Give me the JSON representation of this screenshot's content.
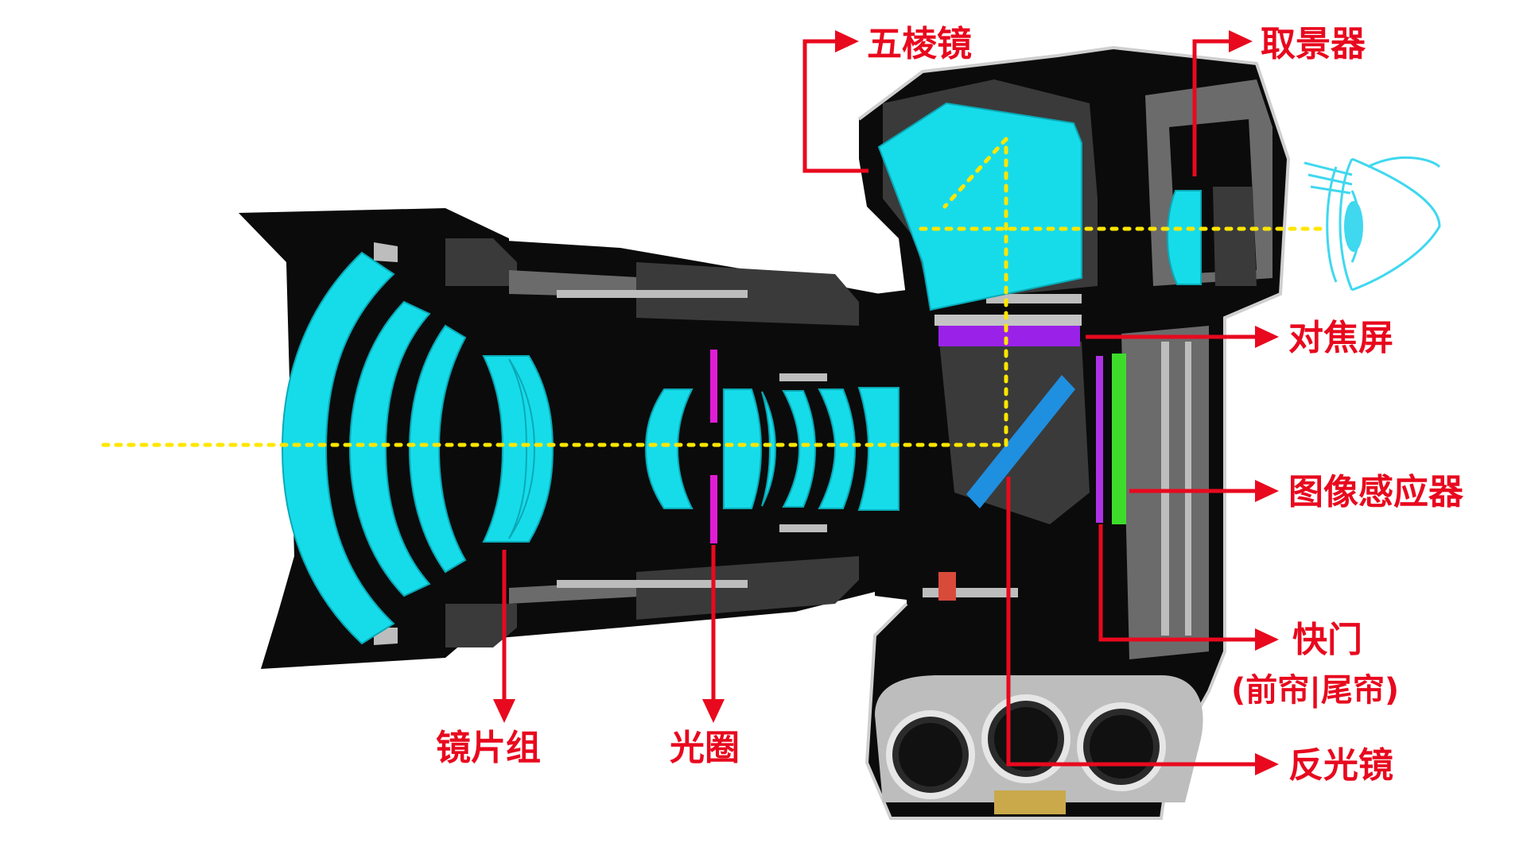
{
  "labels": {
    "pentaprism": "五棱镜",
    "viewfinder": "取景器",
    "focusing_screen": "对焦屏",
    "image_sensor": "图像感应器",
    "shutter_line1": "快门",
    "shutter_line2": "(前帘|尾帘)",
    "reflex_mirror": "反光镜",
    "lens_group": "镜片组",
    "aperture": "光圈"
  },
  "colors": {
    "label_red": "#e8091e",
    "lens_glass_cyan": "#16dcea",
    "optical_axis_yellow": "#ffe600",
    "focus_screen_purple": "#9a22e8",
    "aperture_magenta": "#e01cd6",
    "mirror_blue": "#1f8fe0",
    "sensor_green": "#3ddc2a",
    "shutter_violet": "#b032e6",
    "eye_cyan": "#3fd8ef"
  },
  "icons": {
    "eye": "eye-icon"
  }
}
